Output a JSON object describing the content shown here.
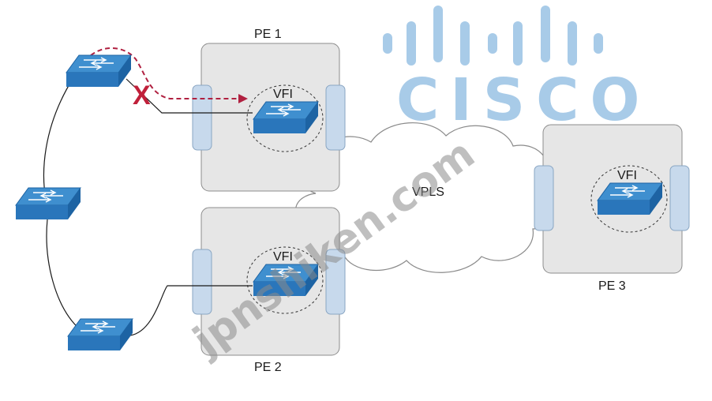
{
  "diagram": {
    "pe1_label": "PE 1",
    "pe2_label": "PE 2",
    "pe3_label": "PE 3",
    "vfi_label": "VFI",
    "cloud_label": "VPLS",
    "failure_mark": "X"
  },
  "watermark": {
    "logo_text": "CISCO",
    "site_text": "jpnshiken.com"
  },
  "colors": {
    "switch_top": "#3f8fcf",
    "switch_side": "#1d63a3",
    "pe_box": "#e6e6e6",
    "interface": "#c7d9ec",
    "failure": "#c0203a",
    "logo": "#a8cbe8"
  }
}
